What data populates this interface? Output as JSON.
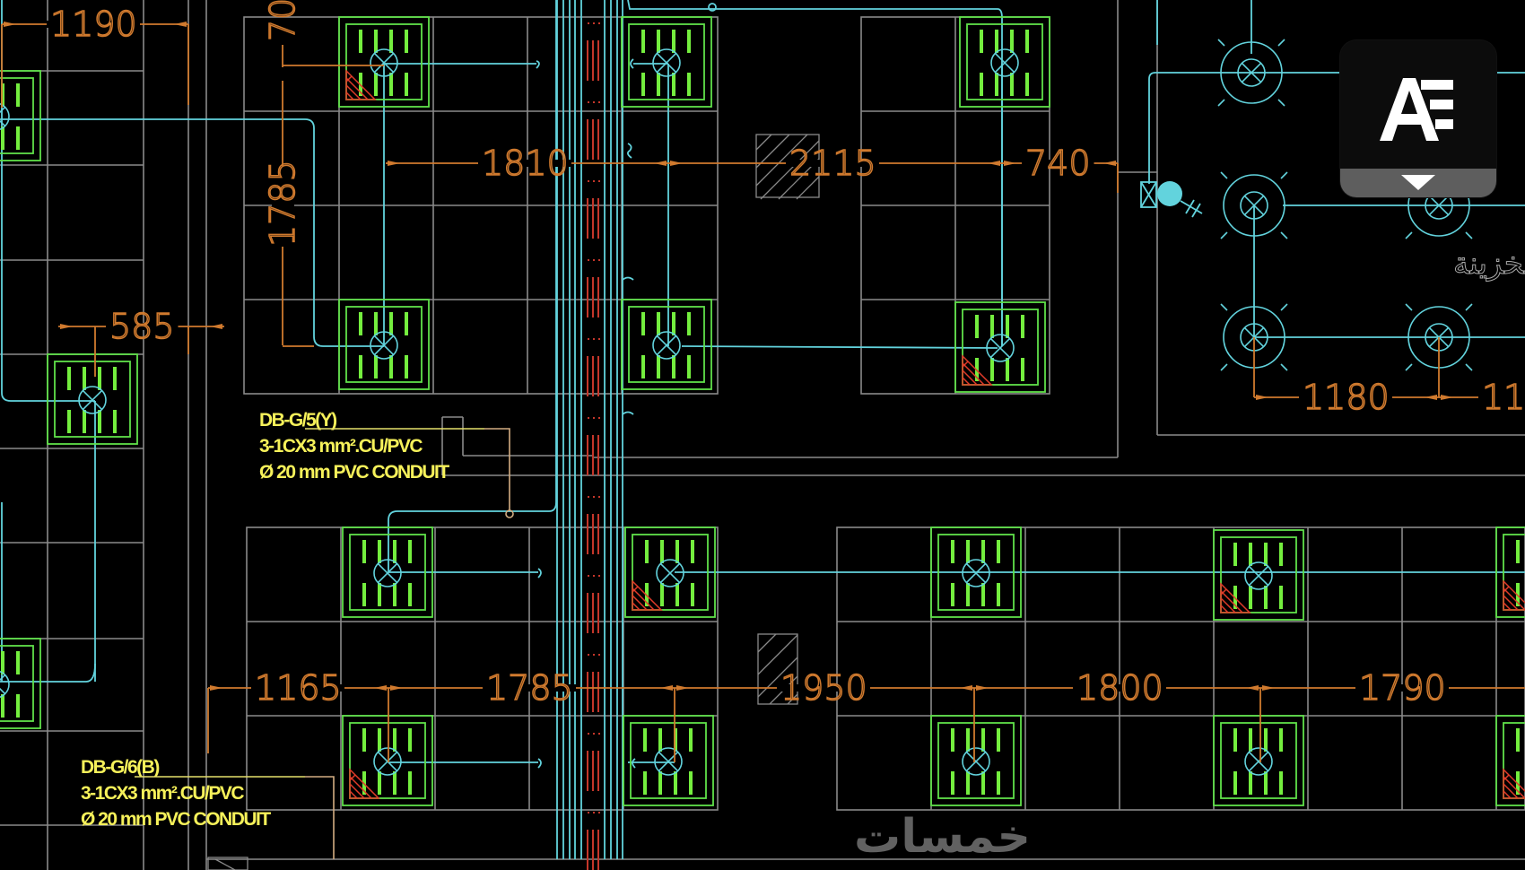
{
  "app": {
    "title": "Electrical lighting layout (CAD drawing)"
  },
  "drawing": {
    "colors": {
      "background": "#000000",
      "grid": "#8a8a8a",
      "wiring": "#62d3dd",
      "fixture": "#5fe04a",
      "dimension": "#d07a2e",
      "label": "#f6f15a",
      "emergency_hatch": "#e23b2a"
    },
    "dimensions": {
      "top_left": "1190",
      "vertical_top": "70",
      "vertical_mid": "1785",
      "row1_a": "1810",
      "row1_b": "2115",
      "row1_c": "740",
      "left_small": "585",
      "right_room": "1180",
      "right_room_cut": "11",
      "row2_a": "1165",
      "row2_b": "1785",
      "row2_c": "1950",
      "row2_d": "1800",
      "row2_e": "1790"
    },
    "circuit_labels": [
      {
        "id": "DB-G/5(Y)",
        "line1": "DB-G/5(Y)",
        "line2": "3-1CX3 mm².CU/PVC",
        "line3": "Ø 20 mm PVC CONDUIT"
      },
      {
        "id": "DB-G/6(B)",
        "line1": "DB-G/6(B)",
        "line2": "3-1CX3 mm².CU/PVC",
        "line3": "Ø 20 mm PVC CONDUIT"
      }
    ],
    "room_label": "الخزينة",
    "watermark": "خمسات",
    "symbols": {
      "fixture": "recessed-fluorescent-fixture-icon",
      "emergency": "emergency-hatch-icon",
      "downlight": "downlight-icon",
      "switch": "switch-icon"
    }
  },
  "overlay": {
    "accessibility_button": {
      "icon": "text-accessibility-icon",
      "expand_icon": "caret-down-icon"
    }
  }
}
